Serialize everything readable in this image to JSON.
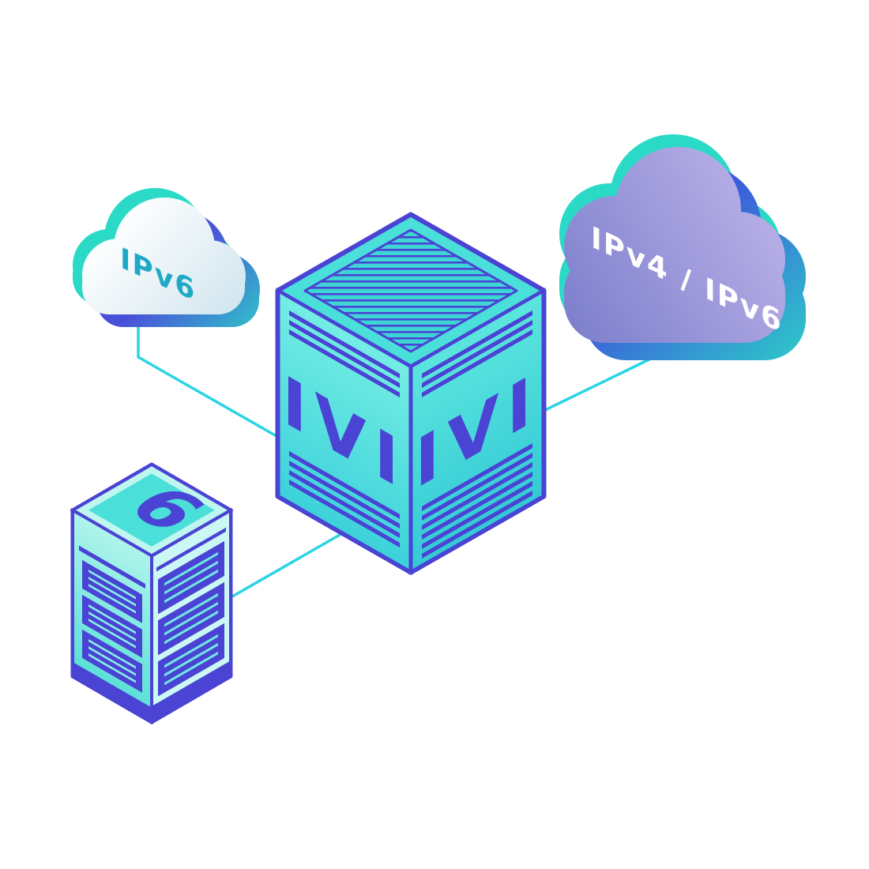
{
  "diagram": {
    "kind": "isometric-network-illustration",
    "nodes": {
      "cloud_ipv6": {
        "label": "IPv6",
        "type": "cloud"
      },
      "cloud_ipv4_ipv6": {
        "label": "IPv4 / IPv6",
        "type": "cloud"
      },
      "ivi_box": {
        "label_left_face": "IVI",
        "label_right_face": "IVI",
        "type": "translator-cube"
      },
      "server": {
        "label": "6",
        "type": "server-tower"
      }
    },
    "edges": [
      {
        "from": "cloud_ipv6",
        "to": "ivi_box"
      },
      {
        "from": "cloud_ipv4_ipv6",
        "to": "ivi_box"
      },
      {
        "from": "server",
        "to": "ivi_box"
      }
    ],
    "colors": {
      "teal_accent": "#2BD9C7",
      "indigo": "#4A43D4",
      "cyan_line": "#2BD4E4",
      "cube_teal": "#4ADFD8",
      "purple_cloud_dark": "#7F81CE",
      "purple_cloud_light": "#BDB3E8",
      "mint": "#C9F8F3",
      "left_cloud_text": "#1FA9C6",
      "right_cloud_text": "#FFFFFF"
    }
  }
}
